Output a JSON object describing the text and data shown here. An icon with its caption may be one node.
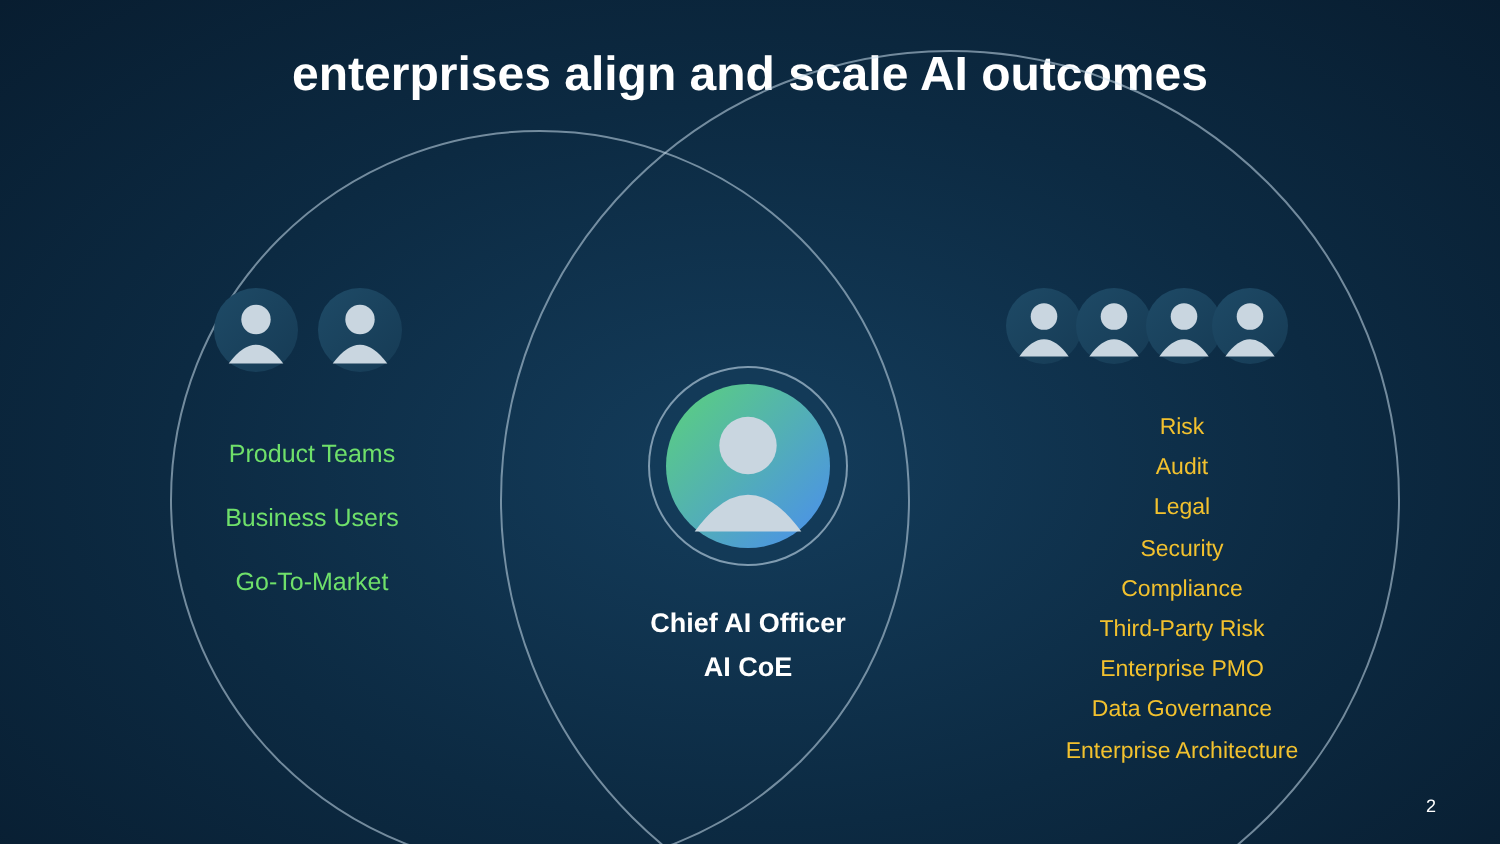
{
  "diagram": {
    "title": "enterprises align and scale AI outcomes",
    "nodes": [
      {
        "text": [
          "Product Teams",
          "Business Users",
          "Go-To-Market"
        ]
      },
      {
        "text": [
          "Risk",
          "Audit",
          "Legal",
          "Security",
          "Compliance",
          "Third-Party Risk",
          "Enterprise PMO",
          "Data Governance",
          "Enterprise Architecture"
        ]
      },
      {
        "text": [],
        "shape": "circle"
      }
    ],
    "labels": [
      "Chief AI Officer",
      "AI CoE",
      "2"
    ]
  }
}
